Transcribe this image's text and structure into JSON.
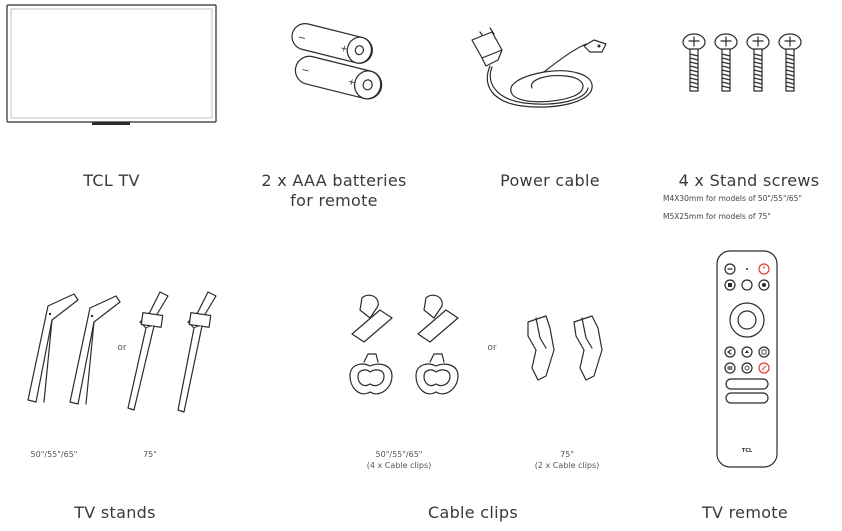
{
  "items": {
    "tv": {
      "label": "TCL TV"
    },
    "batteries": {
      "label_line1": "2 x AAA batteries",
      "label_line2": "for remote"
    },
    "power_cable": {
      "label": "Power cable"
    },
    "stand_screws": {
      "label": "4 x Stand screws",
      "note1": "M4X30mm for models of 50\"/55\"/65\"",
      "note2": "M5X25mm for models of 75\""
    },
    "tv_stands": {
      "label": "TV stands",
      "variant1": "50\"/55\"/65\"",
      "variant2": "75\"",
      "or_text": "or"
    },
    "cable_clips": {
      "label": "Cable clips",
      "variant1_line1": "50\"/55\"/65\"",
      "variant1_line2": "(4 x Cable clips)",
      "variant2_line1": "75\"",
      "variant2_line2": "(2 x Cable clips)",
      "or_text": "or"
    },
    "tv_remote": {
      "label": "TV remote",
      "brand": "TCL"
    }
  },
  "colors": {
    "line": "#2b2b2b",
    "text": "#3a3a3a",
    "accent_red": "#e03a2e"
  }
}
